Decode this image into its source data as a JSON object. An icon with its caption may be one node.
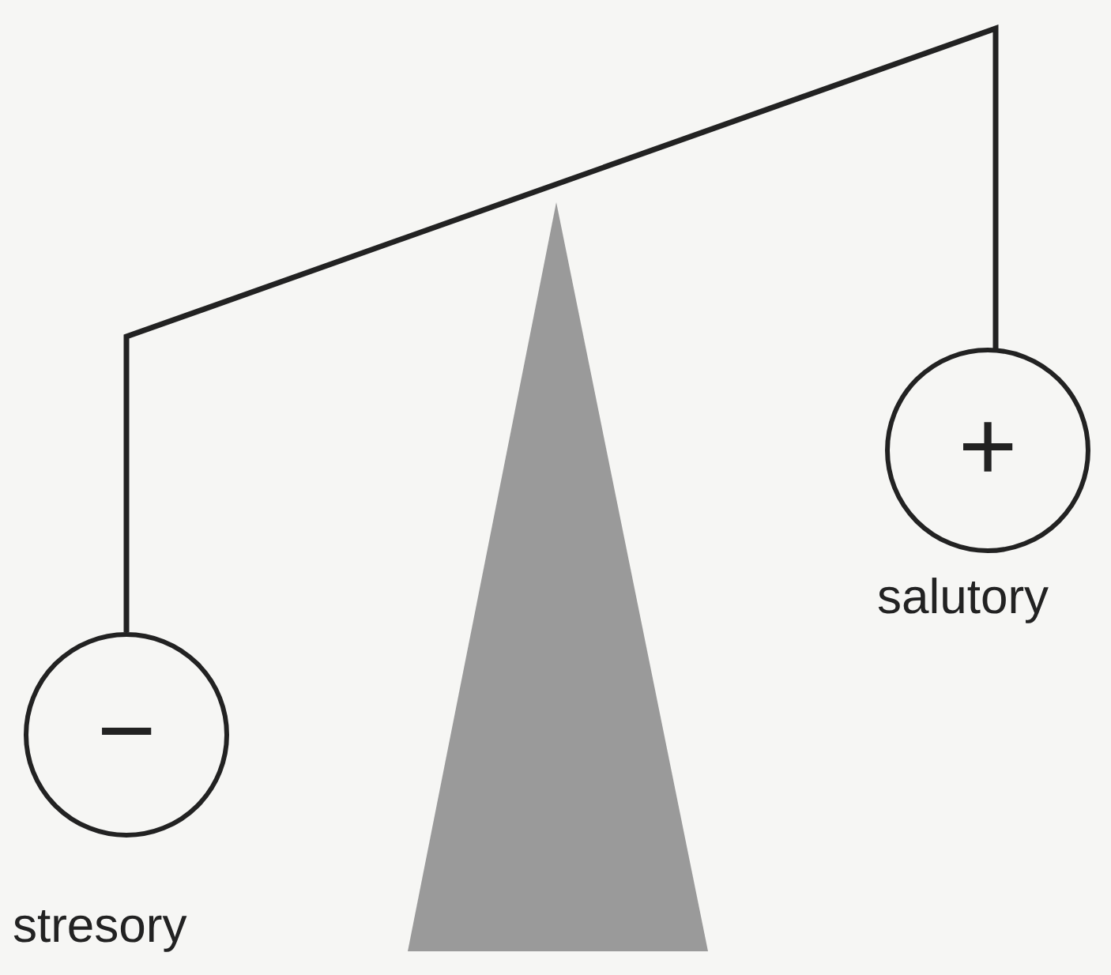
{
  "diagram": {
    "nodes": [
      {
        "text": [
          "−"
        ],
        "beside": [
          "stresory"
        ]
      },
      {
        "text": [
          "+"
        ],
        "beside": [
          "salutory"
        ]
      },
      {
        "text": [],
        "shape": "triangle"
      }
    ],
    "edges": [
      {
        "from": 0,
        "to": 1,
        "arrow": "none"
      }
    ]
  }
}
